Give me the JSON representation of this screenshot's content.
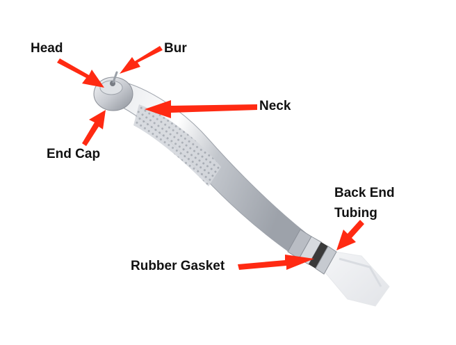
{
  "labels": {
    "head": "Head",
    "bur": "Bur",
    "neck": "Neck",
    "end_cap": "End Cap",
    "back_end_line1": "Back End",
    "back_end_line2": "Tubing",
    "rubber_gasket": "Rubber Gasket"
  },
  "colors": {
    "arrow": "#ff2a12",
    "label_text": "#111111",
    "metal_light": "#f2f3f5",
    "metal_mid": "#c9ccd2",
    "metal_dark": "#8a8e96",
    "gasket": "#3a3a3a"
  }
}
